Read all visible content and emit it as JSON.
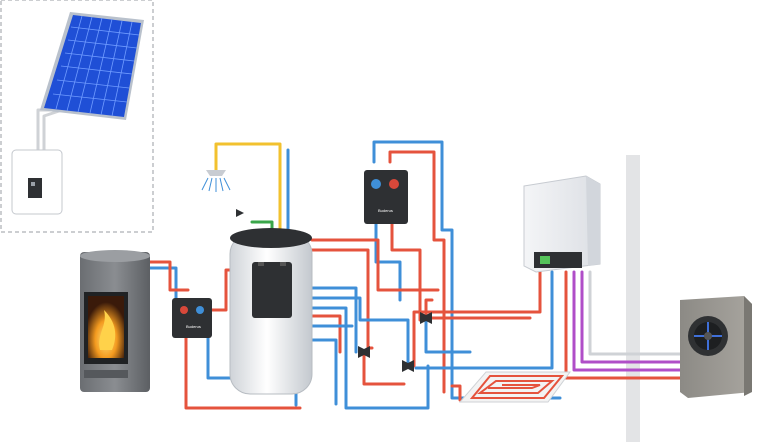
{
  "diagram": {
    "components": [
      {
        "id": "solar_panel",
        "icon": "solar-panel-icon"
      },
      {
        "id": "pv_inverter",
        "icon": "inverter-icon"
      },
      {
        "id": "wood_stove",
        "icon": "fireplace-icon"
      },
      {
        "id": "stove_pump_station",
        "icon": "pump-station-icon"
      },
      {
        "id": "shower",
        "icon": "shower-icon"
      },
      {
        "id": "storage_tank",
        "icon": "storage-tank-icon"
      },
      {
        "id": "solar_pump_station",
        "icon": "pump-station-icon"
      },
      {
        "id": "gas_boiler",
        "icon": "boiler-icon"
      },
      {
        "id": "underfloor_heating",
        "icon": "floor-heating-icon"
      },
      {
        "id": "heat_pump",
        "icon": "heat-pump-icon"
      },
      {
        "id": "house_wall",
        "icon": "wall-icon"
      }
    ],
    "colors": {
      "hot_pipe": "#e5533d",
      "cold_pipe": "#3f8fd8",
      "hot_water_pipe": "#f2c12e",
      "drinking_pipe": "#3aa64a",
      "electric_pipe": "#b04ec8",
      "pv_frame": "#dfe3ea",
      "device_dark": "#2e3033",
      "panel_blue": "#1f4fd6",
      "fire": "#f28a1c"
    }
  }
}
